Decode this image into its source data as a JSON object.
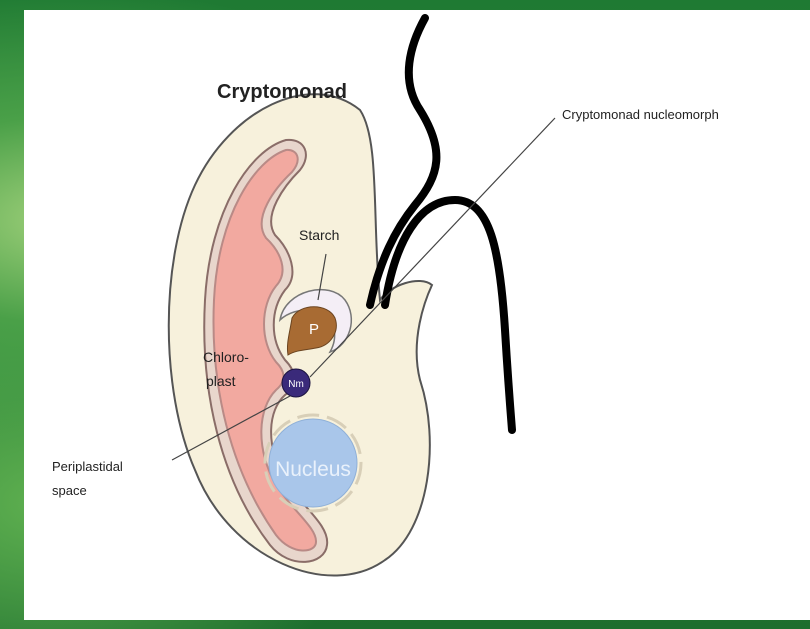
{
  "diagram": {
    "title": "Cryptomonad",
    "labels": {
      "nucleomorph_callout": "Cryptomonad nucleomorph",
      "starch": "Starch",
      "chloroplast_line1": "Chloro-",
      "chloroplast_line2": "plast",
      "periplastidal_line1": "Periplastidal",
      "periplastidal_line2": "space",
      "pyrenoid": "P",
      "nucleomorph": "Nm",
      "nucleus": "Nucleus"
    },
    "colors": {
      "cell_body": "#f7f1dc",
      "chloroplast": "#f2a9a0",
      "chloroplast_membrane": "#b98a86",
      "starch": "#f4eef6",
      "pyrenoid": "#a86b33",
      "nucleomorph": "#3a2a7a",
      "nucleus": "#a9c6ea",
      "flagella": "#000000",
      "background": "#2f8a3a"
    }
  }
}
